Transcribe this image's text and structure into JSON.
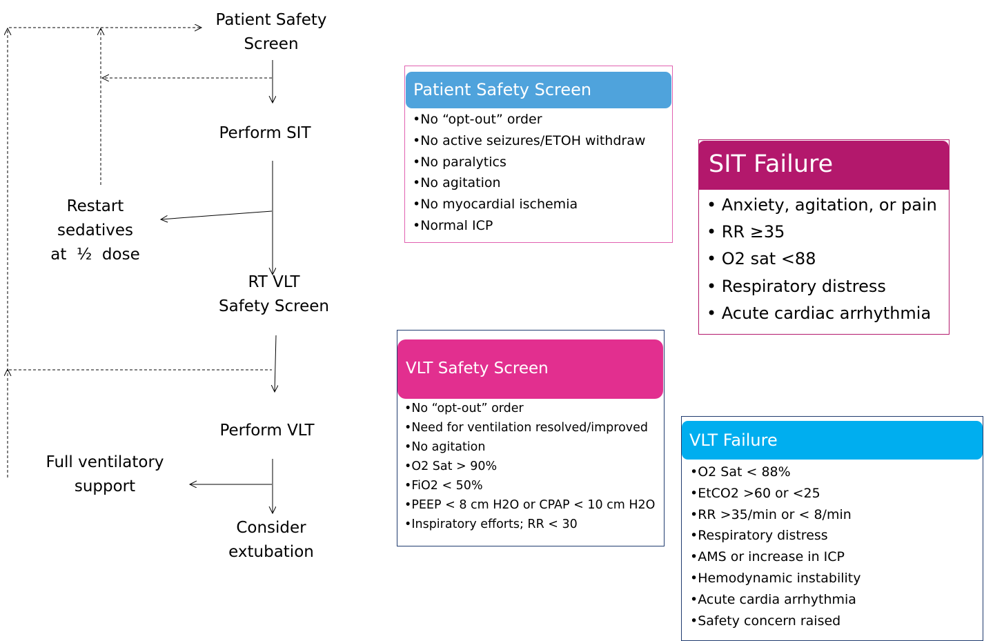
{
  "flow": {
    "patient_safety_screen": "Patient Safety\nScreen",
    "perform_sit": "Perform SIT",
    "restart_sedatives": "Restart\nsedatives\nat  ½  dose",
    "rt_vlt_safety_screen": "RT VLT\nSafety Screen",
    "perform_vlt": "Perform VLT",
    "full_ventilatory_support": "Full ventilatory\nsupport",
    "consider_extubation": "Consider\nextubation"
  },
  "boxes": {
    "patient_safety": {
      "title": "Patient Safety Screen",
      "header_color": "#4fa3dc",
      "border_color": "#e060b0",
      "items": [
        "•No “opt-out” order",
        "•No active seizures/ETOH withdraw",
        "•No paralytics",
        "•No agitation",
        "•No myocardial ischemia",
        "•Normal ICP"
      ]
    },
    "sit_failure": {
      "title": "SIT Failure",
      "header_color": "#b3186c",
      "border_color": "#b3186c",
      "items": [
        "• Anxiety, agitation, or pain",
        "• RR ≥35",
        "• O2 sat <88",
        "• Respiratory distress",
        "• Acute cardiac arrhythmia"
      ]
    },
    "vlt_safety": {
      "title": "VLT Safety Screen",
      "header_color": "#e22f8f",
      "border_color": "#1e3a6e",
      "items": [
        "•No “opt-out” order",
        "•Need for ventilation resolved/improved",
        "•No agitation",
        "•O2 Sat > 90%",
        "•FiO2 < 50%",
        "•PEEP < 8 cm H2O or CPAP < 10 cm H2O",
        "•Inspiratory efforts; RR < 30"
      ]
    },
    "vlt_failure": {
      "title": "VLT Failure",
      "header_color": "#00aeef",
      "border_color": "#1e3a6e",
      "items": [
        "•O2 Sat < 88%",
        "•EtCO2 >60 or <25",
        "•RR  >35/min or < 8/min",
        "•Respiratory distress",
        "•AMS or increase in ICP",
        "•Hemodynamic instability",
        "•Acute cardia arrhythmia",
        "•Safety concern raised"
      ]
    }
  }
}
